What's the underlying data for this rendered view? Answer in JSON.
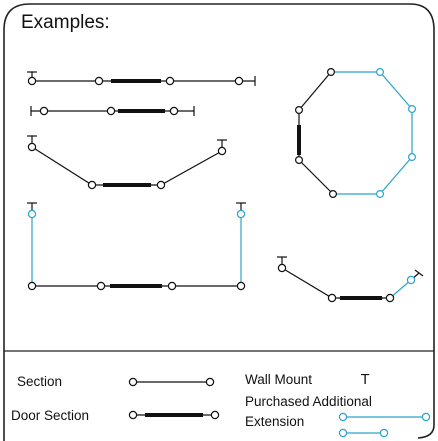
{
  "title": "Examples:",
  "legend": {
    "section": "Section",
    "door_section": "Door Section",
    "wall_mount": "Wall Mount",
    "wall_mount_symbol": "T",
    "purchased": "Purchased Additional",
    "extension": "Extension"
  },
  "colors": {
    "line": "#111111",
    "extension": "#2aa3cc",
    "border": "#222222",
    "background": "#ffffff"
  }
}
